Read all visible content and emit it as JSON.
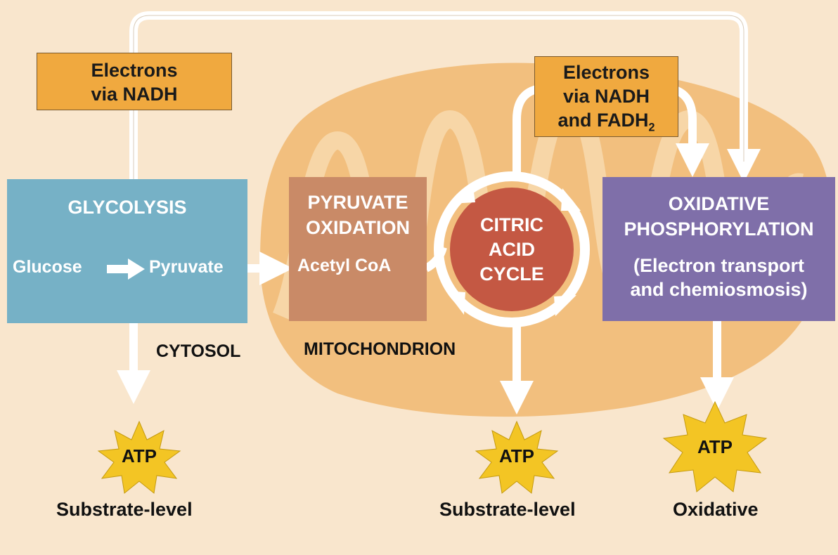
{
  "electrons_glycolysis": {
    "line1": "Electrons",
    "line2": "via NADH"
  },
  "electrons_citric": {
    "line1": "Electrons",
    "line2": "via NADH",
    "line3_prefix": "and FADH",
    "line3_sub": "2"
  },
  "glycolysis": {
    "title": "GLYCOLYSIS",
    "input": "Glucose",
    "output": "Pyruvate"
  },
  "pyruvate_oxidation": {
    "title_line1": "PYRUVATE",
    "title_line2": "OXIDATION",
    "product": "Acetyl CoA"
  },
  "citric_acid_cycle": {
    "line1": "CITRIC",
    "line2": "ACID",
    "line3": "CYCLE"
  },
  "oxidative_phosphorylation": {
    "title_line1": "OXIDATIVE",
    "title_line2": "PHOSPHORYLATION",
    "detail_line1": "(Electron transport",
    "detail_line2": "and chemiosmosis)"
  },
  "regions": {
    "cytosol": "CYTOSOL",
    "mitochondrion": "MITOCHONDRION"
  },
  "atp_outputs": [
    {
      "label": "ATP",
      "type": "Substrate-level"
    },
    {
      "label": "ATP",
      "type": "Substrate-level"
    },
    {
      "label": "ATP",
      "type": "Oxidative"
    }
  ],
  "colors": {
    "background": "#f9e6cd",
    "mitochondrion_fill": "#f2bf7e",
    "mitochondrion_cristae": "#f7d6a7",
    "glycolysis": "#76b1c6",
    "pyruvate_oxidation": "#c98a67",
    "citric_acid_cycle": "#c45843",
    "oxidative_phosphorylation": "#7f6fa9",
    "electron_box": "#f0a93f",
    "atp_star": "#f3c524"
  }
}
